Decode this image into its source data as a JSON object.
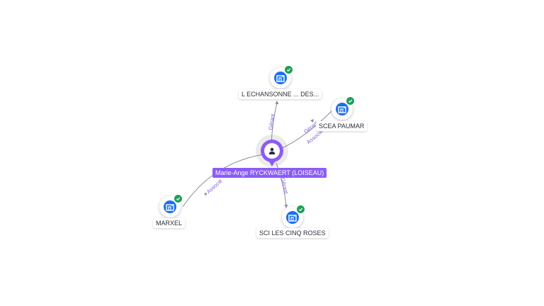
{
  "colors": {
    "person_accent": "#8b5cf6",
    "company_icon": "#1b6ff0",
    "verified_badge": "#1e9e5a",
    "edge": "#8d8d99",
    "edge_label": "#7b5cd6"
  },
  "person": {
    "name": "Marie-Ange RYCKWAERT (LOISEAU)",
    "icon": "person-icon"
  },
  "companies": {
    "echansonne": {
      "name": "L ECHANSONNE ... DES...",
      "icon": "building-icon",
      "verified": true
    },
    "scea": {
      "name": "SCEA PAUMAR",
      "icon": "building-icon",
      "verified": true
    },
    "marxel": {
      "name": "MARXEL",
      "icon": "building-icon",
      "verified": true
    },
    "sci": {
      "name": "SCI LES CINQ ROSES",
      "icon": "building-icon",
      "verified": true
    }
  },
  "edges": {
    "echansonne": {
      "labels": [
        "Gérant"
      ]
    },
    "scea": {
      "labels": [
        "Gérant",
        "Associé"
      ]
    },
    "marxel": {
      "labels": [
        "Associé"
      ]
    },
    "sci": {
      "labels": [
        "Gérant"
      ]
    }
  }
}
